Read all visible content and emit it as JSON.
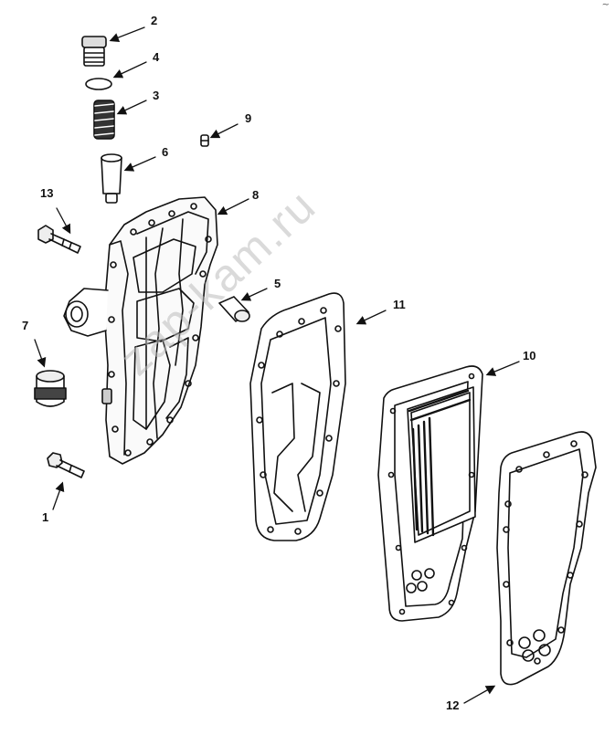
{
  "watermark": "zap-kam.ru",
  "corner_mark": "~",
  "callouts": {
    "c1": "1",
    "c2": "2",
    "c3": "3",
    "c4": "4",
    "c5": "5",
    "c6": "6",
    "c7": "7",
    "c8": "8",
    "c9": "9",
    "c10": "10",
    "c11": "11",
    "c12": "12",
    "c13": "13"
  }
}
